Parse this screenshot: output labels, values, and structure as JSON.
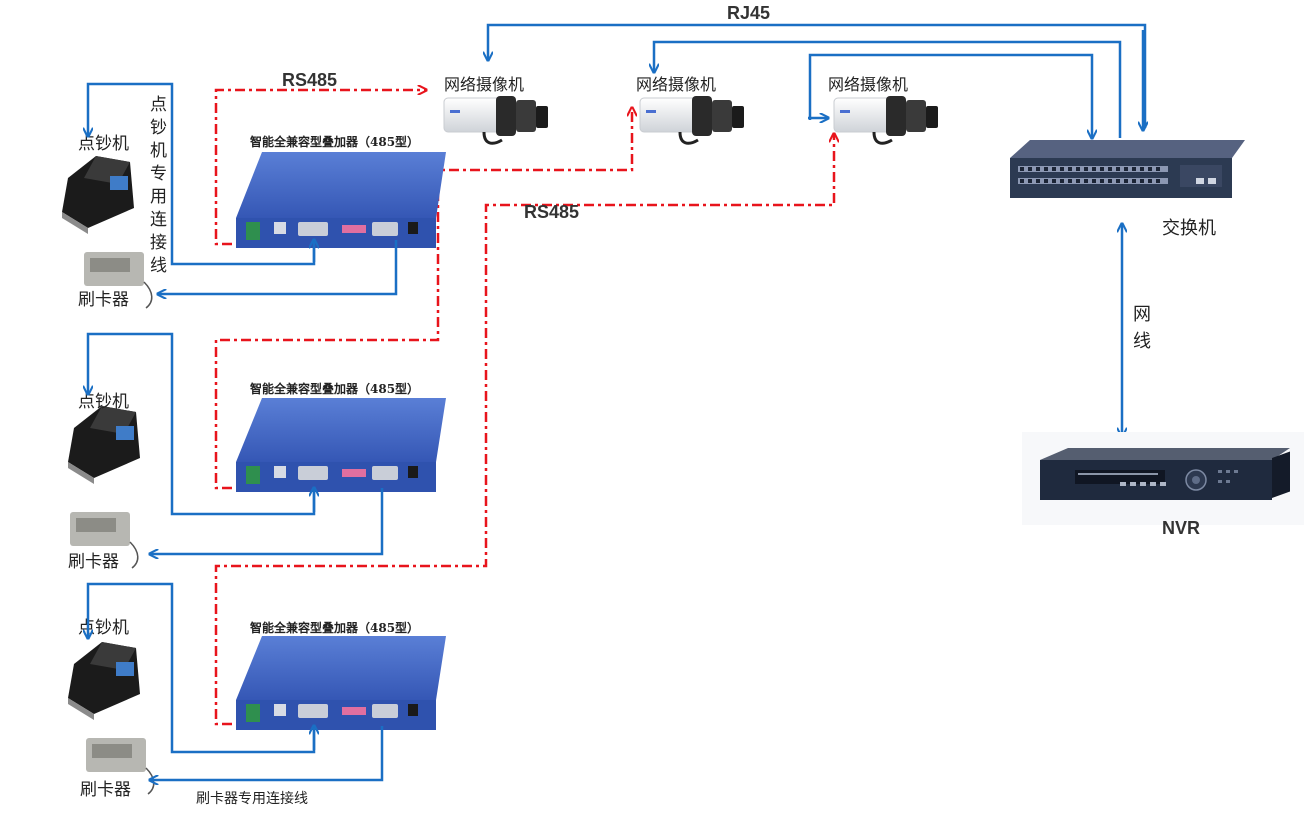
{
  "labels": {
    "rj45": "RJ45",
    "rs485_top": "RS485",
    "rs485_mid": "RS485",
    "camera": "网络摄像机",
    "switch": "交换机",
    "nvr": "NVR",
    "net_cable_1": "网",
    "net_cable_2": "线",
    "counter": "点钞机",
    "card_reader": "刷卡器",
    "overlay_title": "智能全兼容型叠加器（485型）",
    "card_reader_cable": "刷卡器专用连接线",
    "counter_cable_chars": [
      "点",
      "钞",
      "机",
      "专",
      "用",
      "连",
      "接",
      "线"
    ]
  },
  "colors": {
    "blue_line": "#1a6fc4",
    "red_dash": "#e8141c",
    "device_blue": "#3d63c2",
    "switch_dark": "#2c3a52",
    "nvr_dark": "#1f2a3e"
  }
}
